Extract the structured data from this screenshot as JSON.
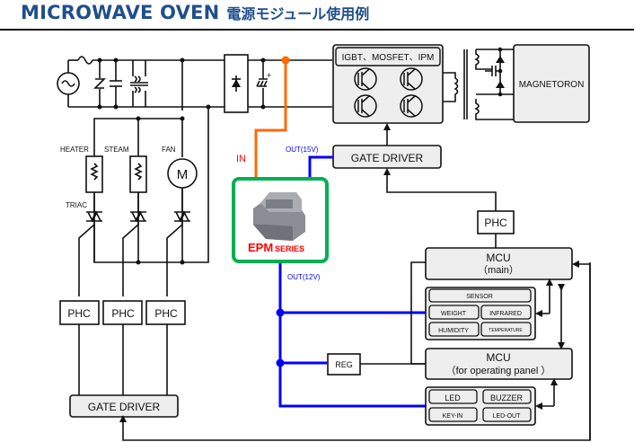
{
  "title": {
    "en": "MICROWAVE OVEN",
    "jp": "電源モジュール使用例"
  },
  "labels": {
    "power_device": "IGBT、MOSFET、IPM",
    "magnetron": "MAGNETORON",
    "gate_driver_top": "GATE DRIVER",
    "gate_driver_bottom": "GATE DRIVER",
    "phc_top": "PHC",
    "phc_1": "PHC",
    "phc_2": "PHC",
    "phc_3": "PHC",
    "heater": "HEATER",
    "steam": "STEAM",
    "fan": "FAN",
    "motor": "M",
    "triac": "TRIAC",
    "in": "IN",
    "out15": "OUT(15V)",
    "out12": "OUT(12V)",
    "epm_main": "EPM",
    "epm_sub": "SERIES",
    "mcu_main_1": "MCU",
    "mcu_main_2": "（main）",
    "mcu_panel_1": "MCU",
    "mcu_panel_2": "（for operating panel ）",
    "reg": "REG",
    "sensor": "SENSOR",
    "weight": "WEIGHT",
    "infrared": "INFRARED",
    "humidity": "HUMIDITY",
    "temperature": "TEMPERATURE",
    "led": "LED",
    "buzzer": "BUZZER",
    "key_in": "KEY-IN",
    "led_out": "LED-OUT"
  },
  "colors": {
    "in_line": "#ff6a00",
    "out_line": "#0000ff",
    "epm_border": "#00b050",
    "title": "#1f4e8c",
    "epm_text": "#ff0000"
  }
}
